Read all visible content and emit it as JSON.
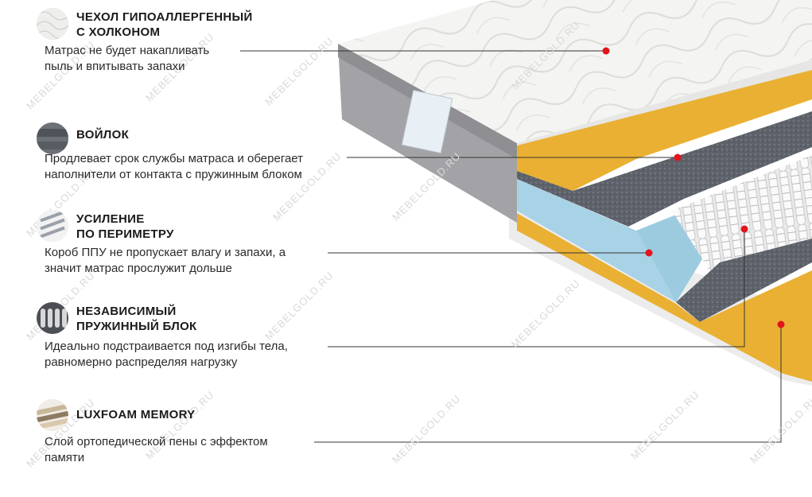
{
  "watermark": "MEBELGOLD.RU",
  "features": [
    {
      "title": "ЧЕХОЛ ГИПОАЛЛЕРГЕННЫЙ\nС ХОЛКОНОМ",
      "desc": "Матрас не будет накапливать\nпыль и впитывать запахи",
      "icon": "quilted-cover-icon"
    },
    {
      "title": "ВОЙЛОК",
      "desc": "Продлевает срок службы матраса  и оберегает\nнаполнители от контакта с пружинным блоком",
      "icon": "felt-layer-icon"
    },
    {
      "title": "УСИЛЕНИЕ\nПО ПЕРИМЕТРУ",
      "desc": "Короб ППУ не пропускает влагу и запахи, а\nзначит матрас прослужит дольше",
      "icon": "perimeter-foam-icon"
    },
    {
      "title": "НЕЗАВИСИМЫЙ\nПРУЖИННЫЙ БЛОК",
      "desc": "Идеально подстраивается под изгибы тела,\nравномерно распределяя нагрузку",
      "icon": "spring-block-icon"
    },
    {
      "title": "LUXFOAM MEMORY",
      "desc": "Слой ортопедической пены с эффектом\nпамяти",
      "icon": "memory-foam-icon"
    }
  ],
  "colors": {
    "accent_dot": "#e3141b",
    "memory_foam": "#e9ad2e",
    "felt": "#5b6068",
    "perimeter_foam": "#a9d3e6",
    "cover": "#f3f3f1",
    "side": "#9a9a9e"
  }
}
